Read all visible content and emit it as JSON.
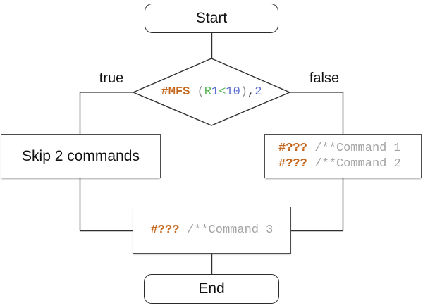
{
  "colors": {
    "directive_orange": "#c4661b",
    "comment_gray": "#a3a3a3",
    "register_green": "#55b855",
    "operator_green": "#55b855",
    "number_blue": "#5b6ecd",
    "punct_gray": "#8f8f8f",
    "comma_dark": "#1f1f33",
    "line_dark": "#2f2f2f",
    "line_gray": "#7f7f7f"
  },
  "flowchart": {
    "start": {
      "label": "Start"
    },
    "decision": {
      "true_label": "true",
      "false_label": "false",
      "code": [
        {
          "t": "#MFS"
        },
        {
          "t": " ("
        },
        {
          "t": "R"
        },
        {
          "t": "1"
        },
        {
          "t": "<"
        },
        {
          "t": "10"
        },
        {
          "t": ")"
        },
        {
          "t": ","
        },
        {
          "t": "2"
        }
      ]
    },
    "true_branch": {
      "label": "Skip 2 commands"
    },
    "false_branch": {
      "lines": [
        {
          "directive": "#???",
          "comment": "/**Command 1"
        },
        {
          "directive": "#???",
          "comment": "/**Command 2"
        }
      ]
    },
    "merge": {
      "directive": "#???",
      "comment": "/**Command 3"
    },
    "end": {
      "label": "End"
    }
  }
}
